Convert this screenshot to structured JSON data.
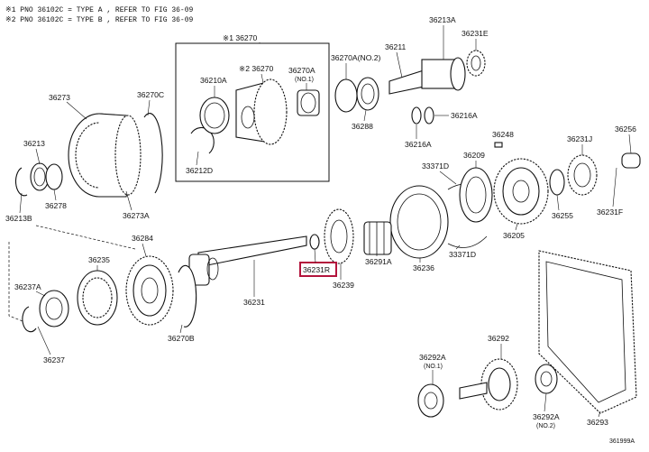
{
  "notes": [
    "※1 PNO 36102C = TYPE A , REFER TO FIG 36-09",
    "※2 PNO 36102C = TYPE B , REFER TO FIG 36-09"
  ],
  "assembly_label": "※1 36270",
  "figure_id": "361999A",
  "highlighted_part": "36231R",
  "labels": {
    "p36273": "36273",
    "p36270C": "36270C",
    "p36213": "36213",
    "p36213B": "36213B",
    "p36278": "36278",
    "p36273A": "36273A",
    "p36210A": "36210A",
    "p2_36270": "※2 36270",
    "p36270A_no1": "36270A",
    "p36270A_no1_sub": "(NO.1)",
    "p36212D": "36212D",
    "p36270A_no2": "36270A(NO.2)",
    "p36288": "36288",
    "p36211": "36211",
    "p36213A": "36213A",
    "p36231E": "36231E",
    "p36216A_r": "36216A",
    "p36216A_l": "36216A",
    "p36248": "36248",
    "p36231J": "36231J",
    "p36256": "36256",
    "p36209": "36209",
    "p33371D_t": "33371D",
    "p33371D_b": "33371D",
    "p36255": "36255",
    "p36231F": "36231F",
    "p36205": "36205",
    "p36236": "36236",
    "p36291A": "36291A",
    "p36231R": "36231R",
    "p36239": "36239",
    "p36284": "36284",
    "p36235": "36235",
    "p36237A": "36237A",
    "p36237": "36237",
    "p36270B": "36270B",
    "p36231": "36231",
    "p36292": "36292",
    "p36292A_no1": "36292A",
    "p36292A_no1_sub": "(NO.1)",
    "p36292A_no2": "36292A",
    "p36292A_no2_sub": "(NO.2)",
    "p36293": "36293"
  }
}
